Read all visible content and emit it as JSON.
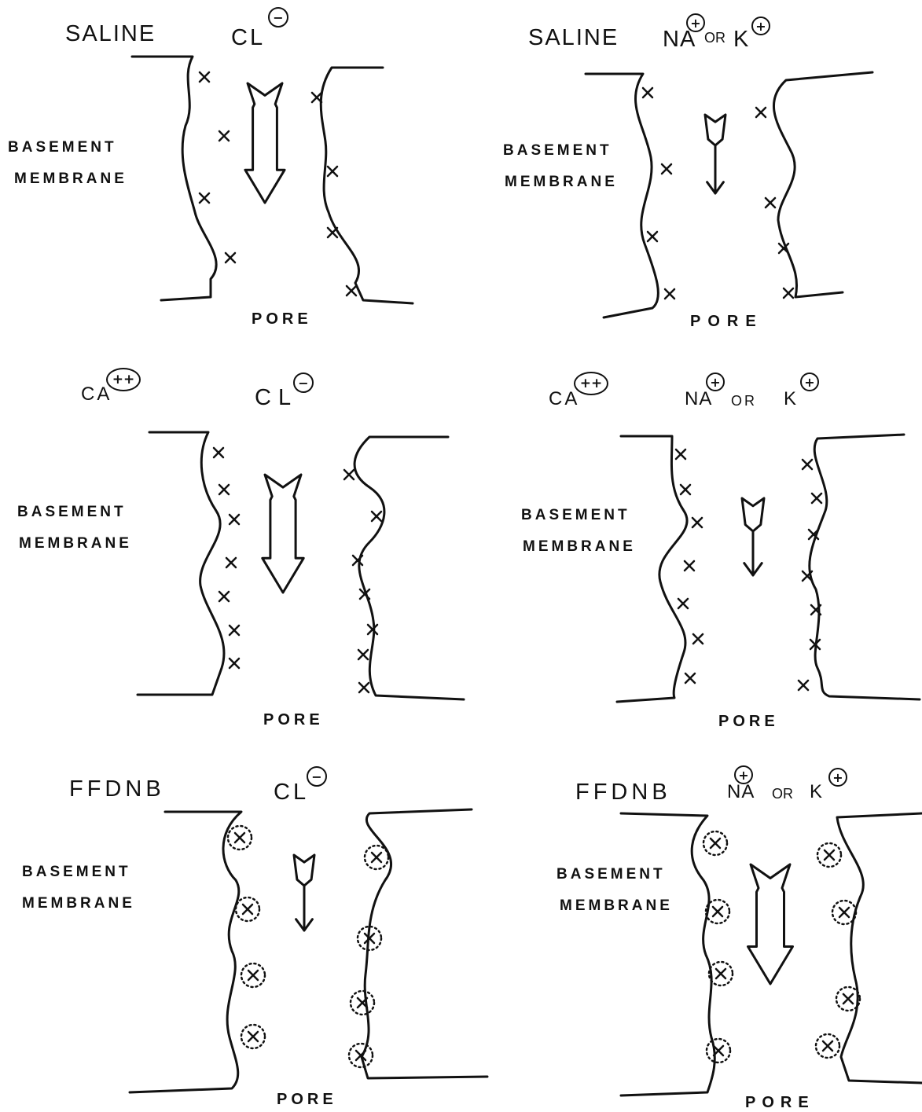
{
  "figure": {
    "panels": [
      {
        "condition": "SALINE",
        "ion_label": "CL",
        "ion_charge": "−",
        "membrane": [
          "BASEMENT",
          "MEMBRANE"
        ],
        "pore": "PORE"
      },
      {
        "condition": "SALINE",
        "ion_label": "NA",
        "ion_connector": "OR",
        "ion_label_2": "K",
        "ion_charge": "+",
        "membrane": [
          "BASEMENT",
          "MEMBRANE"
        ],
        "pore": "PORE"
      },
      {
        "condition": "CA",
        "condition_charge": "++",
        "ion_label": "CL",
        "ion_charge": "−",
        "membrane": [
          "BASEMENT",
          "MEMBRANE"
        ],
        "pore": "PORE"
      },
      {
        "condition": "CA",
        "condition_charge": "++",
        "ion_label": "NA",
        "ion_connector": "OR",
        "ion_label_2": "K",
        "ion_charge": "+",
        "membrane": [
          "BASEMENT",
          "MEMBRANE"
        ],
        "pore": "PORE"
      },
      {
        "condition": "FFDNB",
        "ion_label": "CL",
        "ion_charge": "−",
        "membrane": [
          "BASEMENT",
          "MEMBRANE"
        ],
        "pore": "PORE"
      },
      {
        "condition": "FFDNB",
        "ion_label": "NA",
        "ion_connector": "OR",
        "ion_label_2": "K",
        "ion_charge": "+",
        "membrane": [
          "BASEMENT",
          "MEMBRANE"
        ],
        "pore": "PORE"
      }
    ]
  }
}
